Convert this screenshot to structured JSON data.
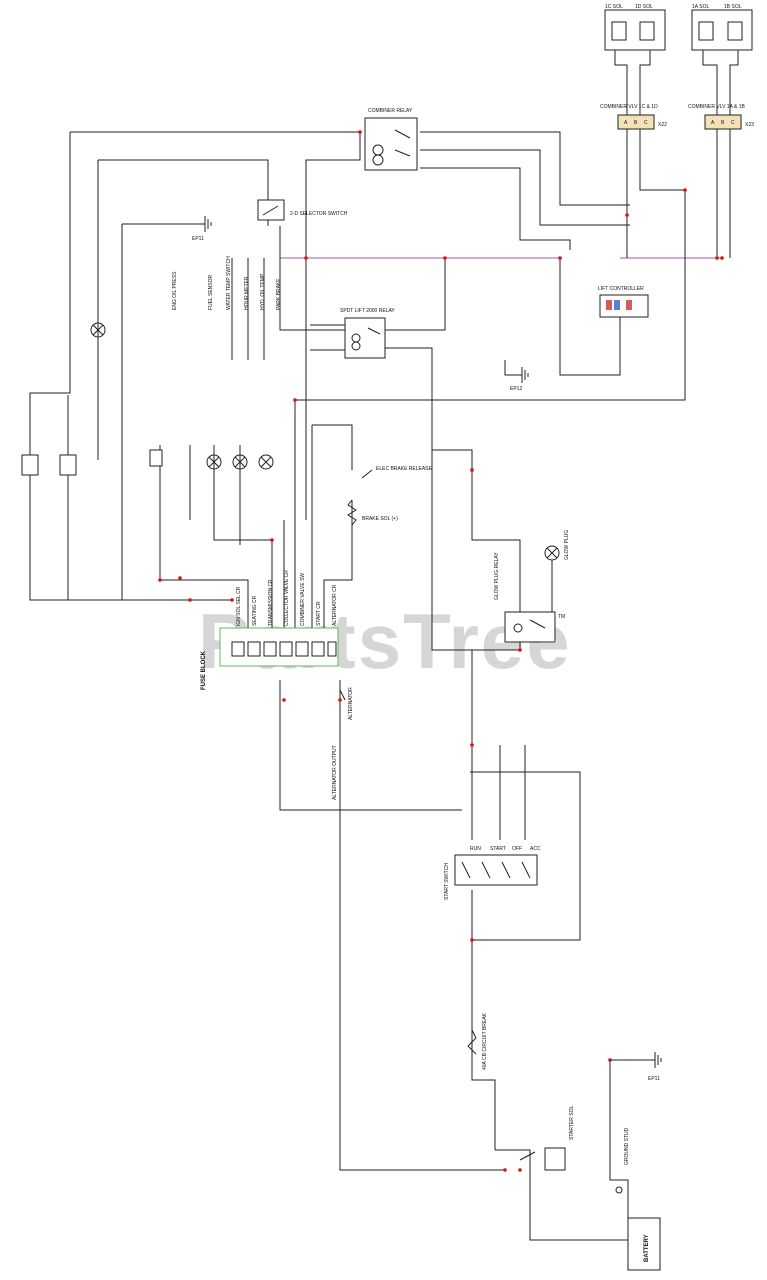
{
  "watermark": {
    "text": "PartsTree",
    "tm": "TM"
  },
  "labels": {
    "fuse_block": "FUSE BLOCK",
    "battery": "BATTERY",
    "combiner_cd": "COMBINER VLV 1C & 1D",
    "combiner_ab": "COMBINER VLV 1A & 1B",
    "sol_1c": "1C SOL",
    "sol_1d": "1D SOL",
    "sol_1a": "1A SOL",
    "sol_1b": "1B SOL",
    "x22": "X22",
    "x23": "X23",
    "combiner_relay": "COMBINER RELAY",
    "seat_switch": "2-D SELECTOR SWITCH",
    "spdt_relay": "SPDT LIFT 2000 RELAY",
    "ep11_top": "EP11",
    "ep12": "EP12",
    "ep11_bottom": "EP11",
    "glow_relay": "GLOW PLUG RELAY",
    "glow_plug": "GLOW PLUG",
    "brake_sol": "BRAKE SOL (+)",
    "elec_brake": "ELEC BRAKE RELEASE",
    "lift_controller": "LIFT CONTROLLER",
    "start_switch": "START SWITCH",
    "starter_sol": "STARTER SOL",
    "ground_stud": "GROUND STUD",
    "alternator_output": "ALTERNATOR OUTPUT",
    "alternator": "ALTERNATOR",
    "circuit_break": "40A CB CIRCUIT BREAK"
  },
  "fuses": [
    "IGN SOL SEL CR",
    "SEATING CR",
    "TRANSMISSION CR",
    "COLLECTOR VALVE CR",
    "COMBINER VALVE SW",
    "START CR",
    "ALTERNATOR CR"
  ],
  "sensors": [
    "ENG OIL PRESS",
    "FUEL SENSOR",
    "WATER TEMP SWITCH",
    "HOUR METER",
    "HYD. OIL TEMP",
    "PARK BRAKE"
  ],
  "switch_positions": [
    "RUN",
    "START",
    "OFF",
    "ACC"
  ],
  "pin_letters": [
    "A",
    "B",
    "C"
  ]
}
